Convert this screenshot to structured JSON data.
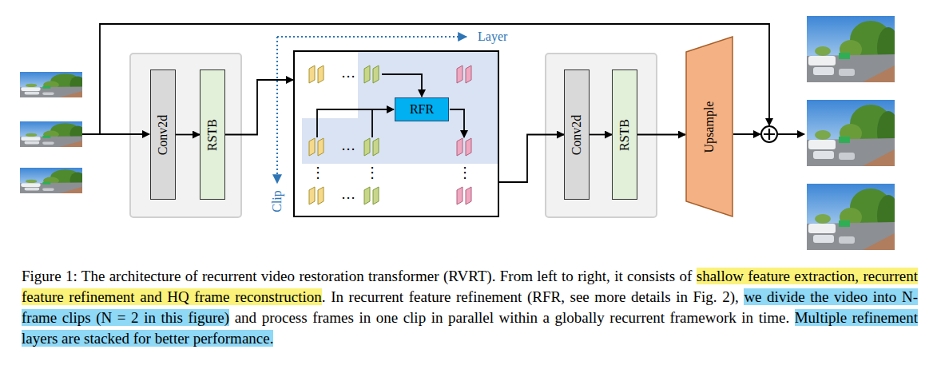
{
  "diagram": {
    "caption": "Figure 1: The architecture of recurrent video restoration transformer (RVRT). From left to right, it consists of shallow feature extraction, recurrent feature refinement and HQ frame reconstruction. In recurrent feature refinement (RFR, see more details in Fig. 2), we divide the video into N-frame clips (N = 2 in this figure) and process frames in one clip in parallel within a globally recurrent framework in time. Multiple refinement layers are stacked for better performance.",
    "nodes": [
      {
        "text": [
          "Conv2d"
        ]
      },
      {
        "text": [
          "RSTB"
        ]
      },
      {
        "text": [
          "Layer",
          "Clip"
        ]
      },
      {
        "text": [
          "RFR"
        ],
        "in": 2
      },
      {
        "text": [
          "Conv2d"
        ]
      },
      {
        "text": [
          "RSTB"
        ]
      },
      {
        "text": [
          "Upsample"
        ]
      }
    ],
    "edges": [
      {
        "from": 0,
        "to": 1,
        "arrow": "to"
      },
      {
        "from": 1,
        "to": 2,
        "arrow": "to"
      },
      {
        "from": 2,
        "to": 4,
        "arrow": "to"
      },
      {
        "from": 4,
        "to": 5,
        "arrow": "to"
      },
      {
        "from": 5,
        "to": 6,
        "arrow": "to"
      }
    ],
    "labels": [
      "…",
      "…",
      "⋮",
      "⋮",
      "⋮",
      "…"
    ]
  }
}
